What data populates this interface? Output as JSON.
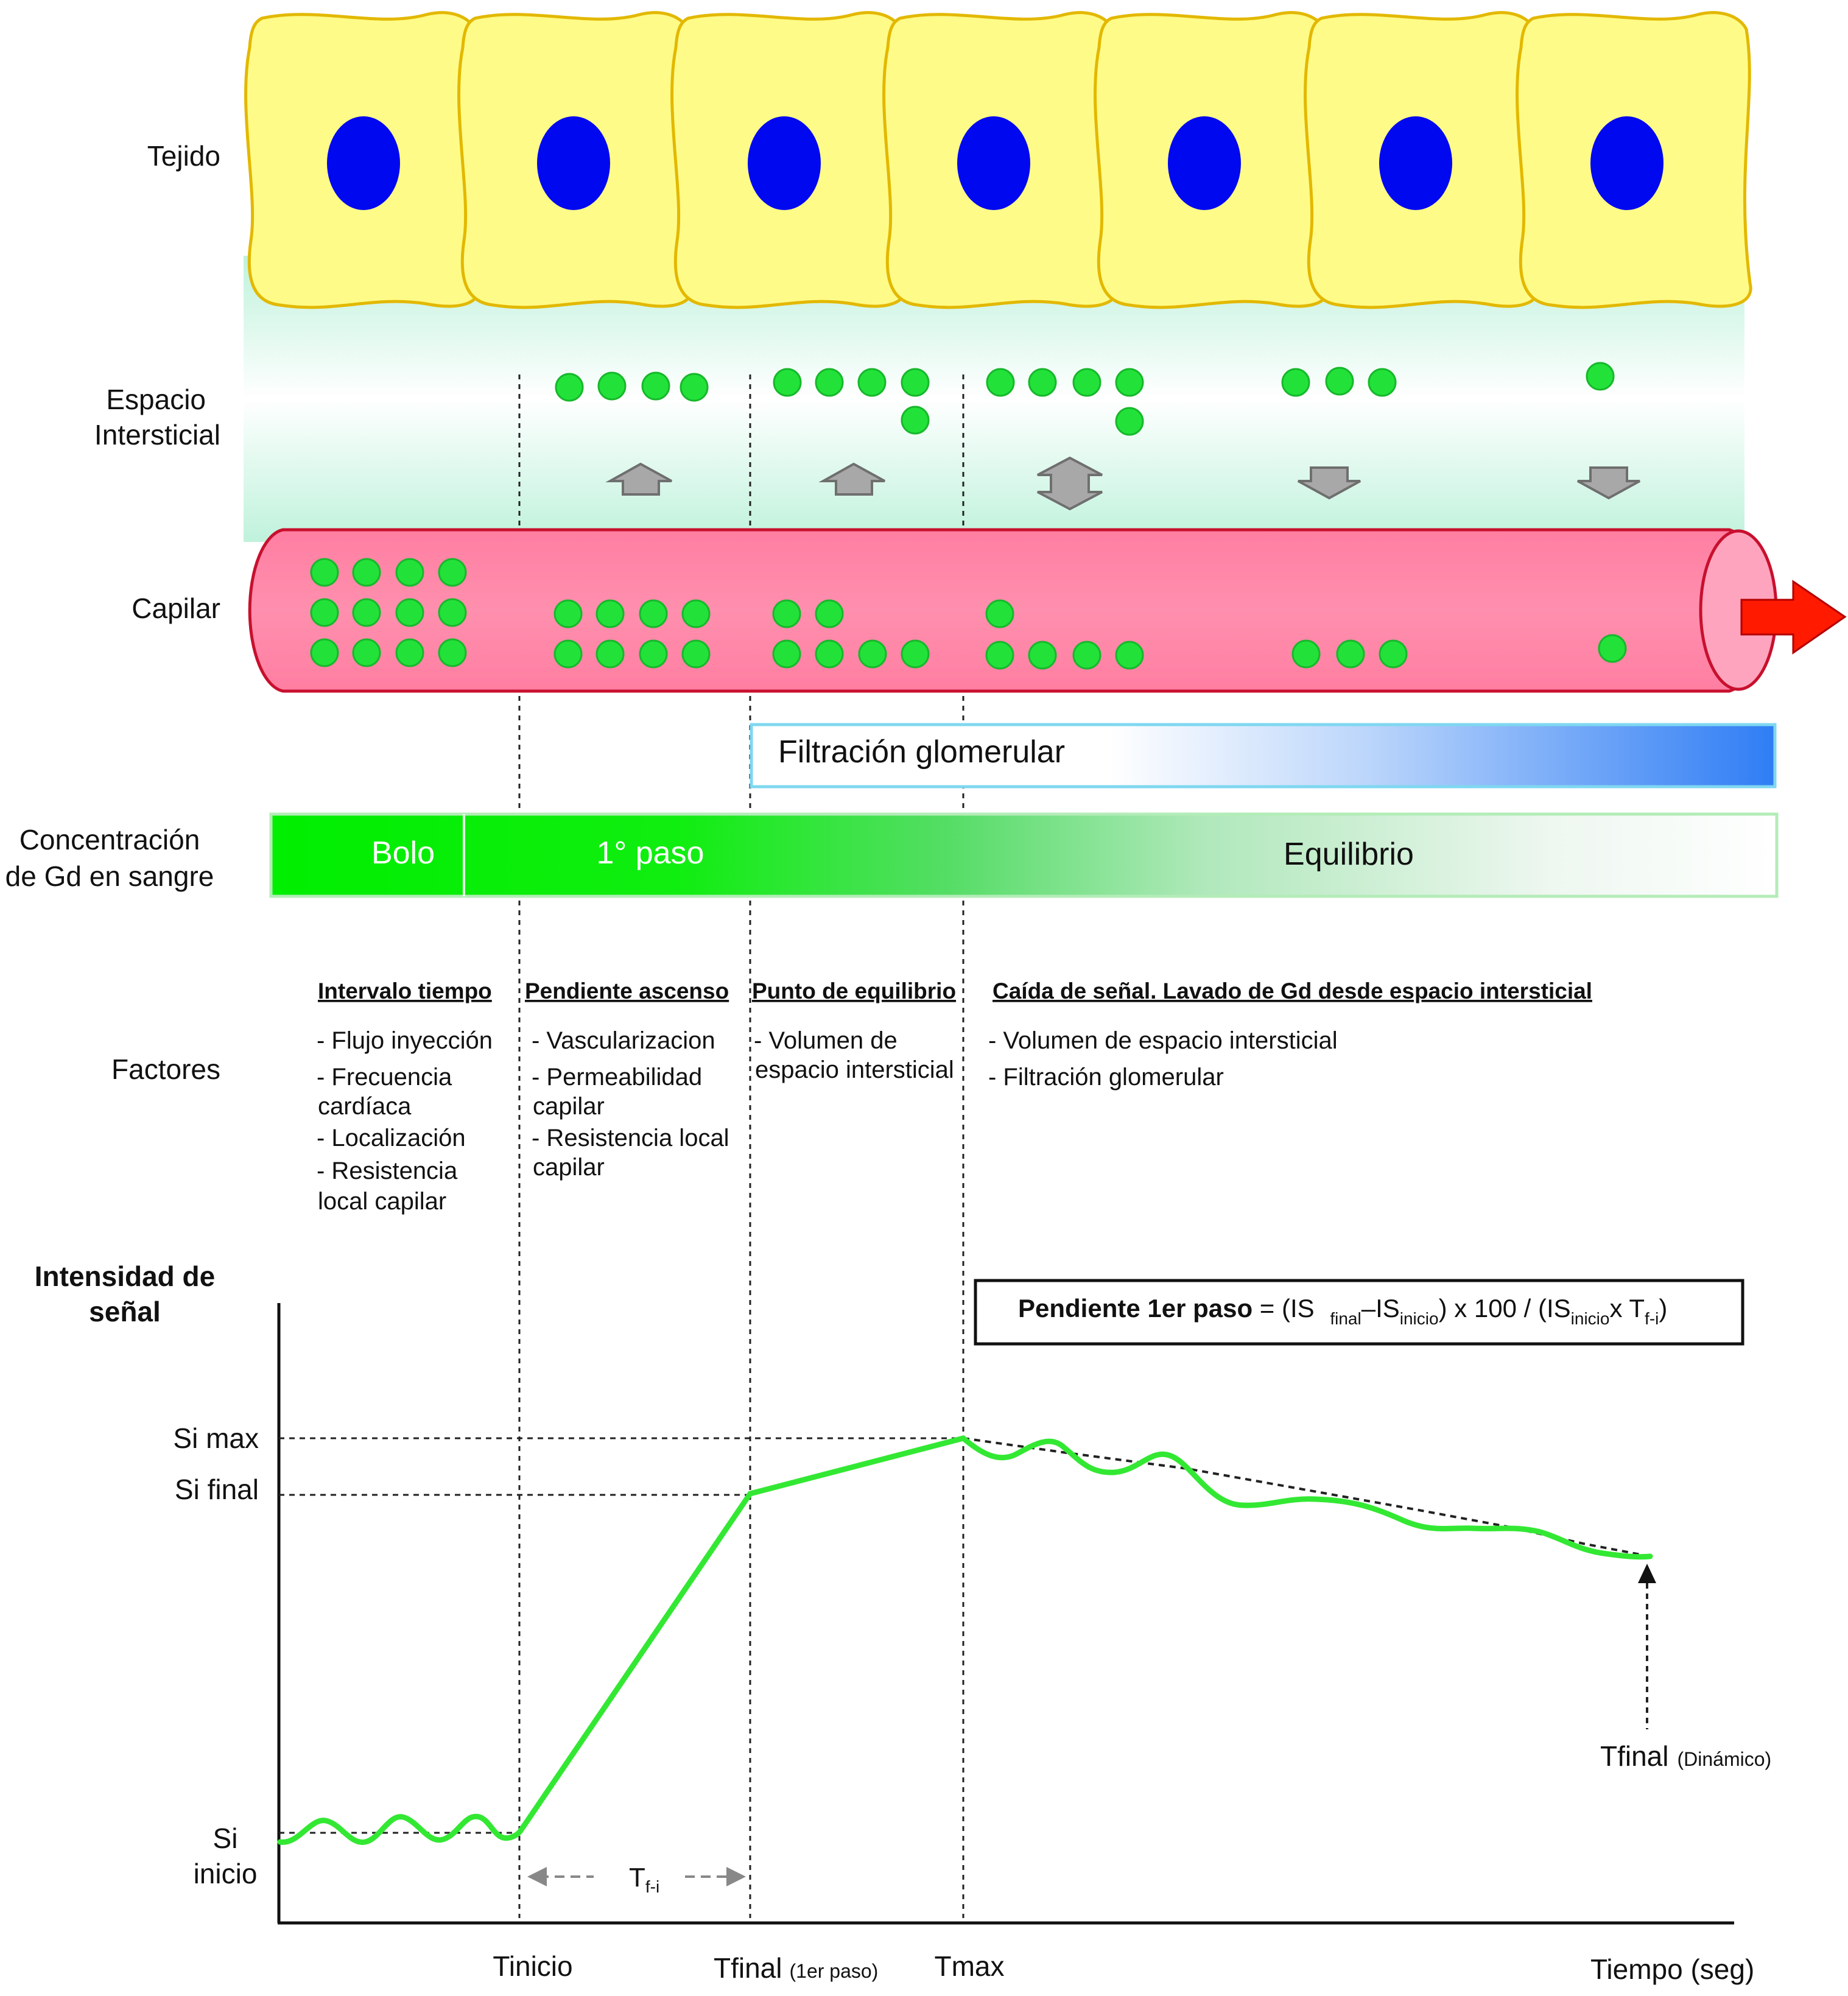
{
  "rows": {
    "tissue": "Tejido",
    "interstitial": [
      "Espacio",
      "Intersticial"
    ],
    "capillary": "Capilar",
    "concentration": [
      "Concentración",
      "de Gd en sangre"
    ],
    "factors": "Factores"
  },
  "bars": {
    "filtration": "Filtración glomerular",
    "bolus": "Bolo",
    "first_pass": "1°  paso",
    "equilibrium": "Equilibrio"
  },
  "factor_columns": [
    {
      "header": "Intervalo tiempo",
      "lines": [
        "- Flujo inyección",
        "- Frecuencia",
        "cardíaca",
        "- Localización",
        "- Resistencia",
        "local capilar"
      ]
    },
    {
      "header": "Pendiente ascenso",
      "lines": [
        "- Vascularizacion",
        "- Permeabilidad",
        "capilar",
        "- Resistencia local",
        "capilar"
      ]
    },
    {
      "header": "Punto de equilibrio",
      "lines": [
        "- Volumen de",
        "espacio intersticial"
      ]
    },
    {
      "header": "Caída de señal. Lavado de Gd desde espacio intersticial",
      "lines": [
        "- Volumen de espacio intersticial",
        "- Filtración glomerular"
      ]
    }
  ],
  "graph": {
    "y_title": [
      "Intensidad de",
      "señal"
    ],
    "y_labels": {
      "si_max": "Si max",
      "si_final": "Si final",
      "si_inicio": [
        "Si",
        "inicio"
      ]
    },
    "x_labels": {
      "t_inicio": "Tinicio",
      "t_final": "Tfinal",
      "t_final_note": "(1er paso)",
      "t_max": "Tmax",
      "time": "Tiempo (seg)"
    },
    "interval_label": "T",
    "interval_sub": "f-i",
    "t_final_dynamic": "Tfinal",
    "t_final_dynamic_note": "(Dinámico)"
  },
  "formula": {
    "bold": "Pendiente 1er paso",
    "p1": " = (IS ",
    "s1": "final",
    "p2": "–IS",
    "s2": "inicio",
    "p3": ") x 100 / (IS",
    "s3": "inicio",
    "p4": "x T",
    "s4": "f-i",
    "p5": ")"
  },
  "colors": {
    "cell_fill": "#FFFB88",
    "cell_stroke": "#E3B800",
    "nucleus": "#0008F0",
    "particle": "#22E23A",
    "capillary_fill": "#FF88A8",
    "capillary_stroke": "#C8102E",
    "flow_arrow": "#FF1A00",
    "curve": "#33E833",
    "filtration_end": "#2F7DF5"
  },
  "icons": {
    "flow": "right-arrow-icon",
    "up": "up-arrow-icon",
    "both": "up-down-arrow-icon",
    "down": "down-arrow-icon"
  }
}
